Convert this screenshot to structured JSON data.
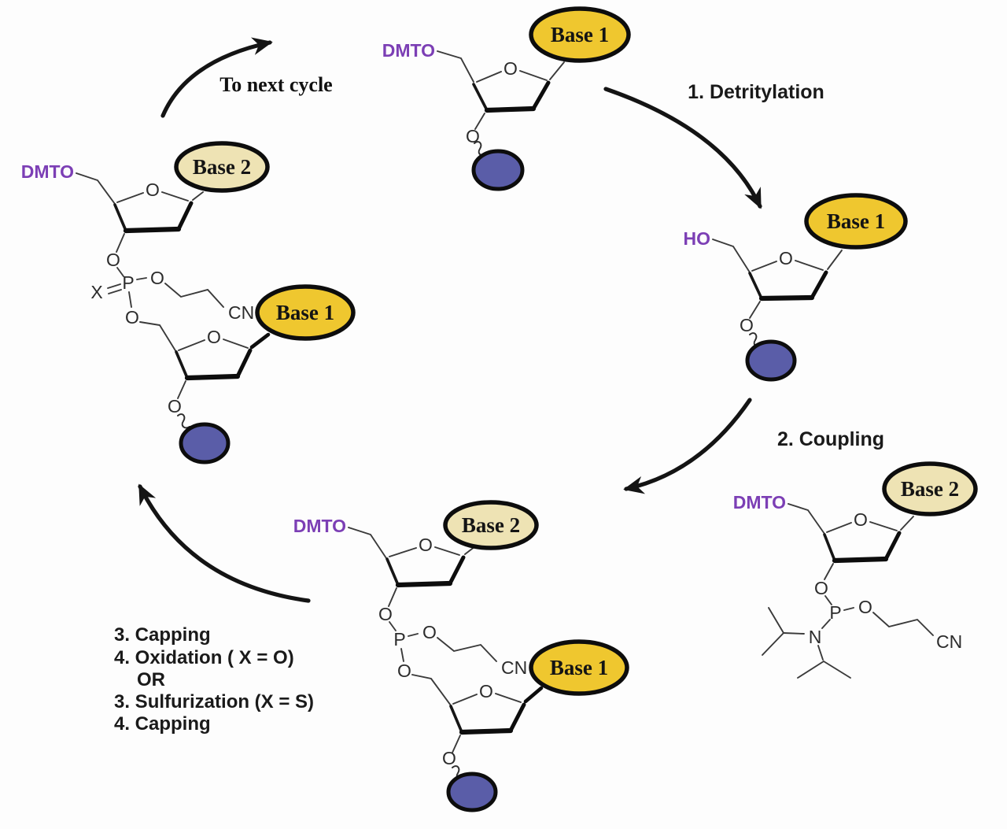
{
  "labels": {
    "dmto": "DMTO",
    "ho": "HO",
    "o": "O",
    "p": "P",
    "n": "N",
    "x": "X",
    "cn": "CN",
    "base1": "Base 1",
    "base2": "Base 2"
  },
  "steps": {
    "detritylation": "1. Detritylation",
    "coupling": "2. Coupling",
    "next_cycle": "To next cycle",
    "capping_oxidation": [
      "3. Capping",
      "4. Oxidation ( X = O)",
      "OR",
      "3. Sulfurization (X = S)",
      "4. Capping"
    ]
  },
  "colors": {
    "base1_fill": "#EFC72F",
    "base2_fill": "#EEE3B4",
    "support_fill": "#5A5DA8",
    "dmto_purple": "#7C3FB5"
  }
}
